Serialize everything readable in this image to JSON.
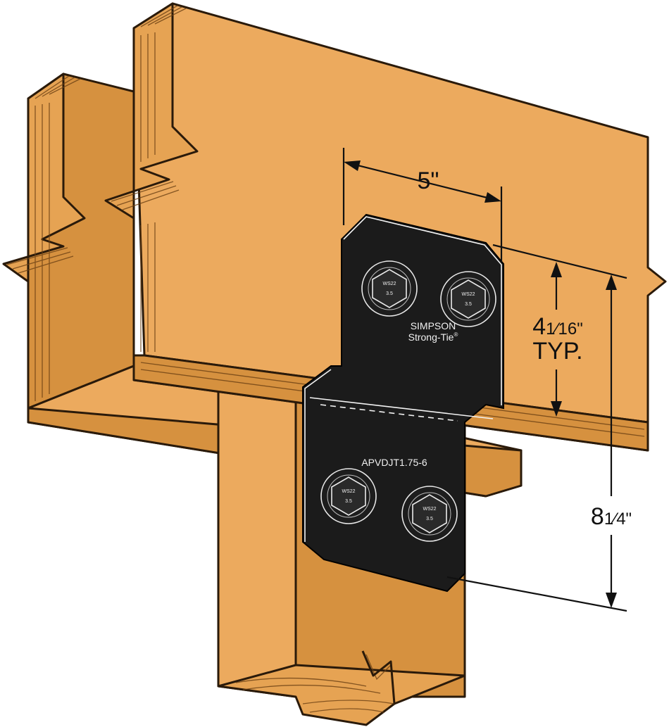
{
  "dimensions": {
    "width_label": "5\"",
    "spacing_label_main": "4",
    "spacing_label_frac": "1⁄16\"",
    "spacing_label_typ": "TYP.",
    "height_label_main": "8",
    "height_label_frac": "1⁄4\""
  },
  "plate": {
    "brand_line1": "SIMPSON",
    "brand_line2": "Strong-Tie",
    "brand_mark": "®",
    "model": "APVDJT1.75-6"
  },
  "bolts": [
    {
      "top": "WS22",
      "bottom": "3.5"
    },
    {
      "top": "WS22",
      "bottom": "3.5"
    },
    {
      "top": "WS22",
      "bottom": "3.5"
    },
    {
      "top": "WS22",
      "bottom": "3.5"
    }
  ],
  "colors": {
    "wood_face": "#ecaa5e",
    "wood_side": "#d6913f",
    "plate": "#1b1b1b"
  }
}
